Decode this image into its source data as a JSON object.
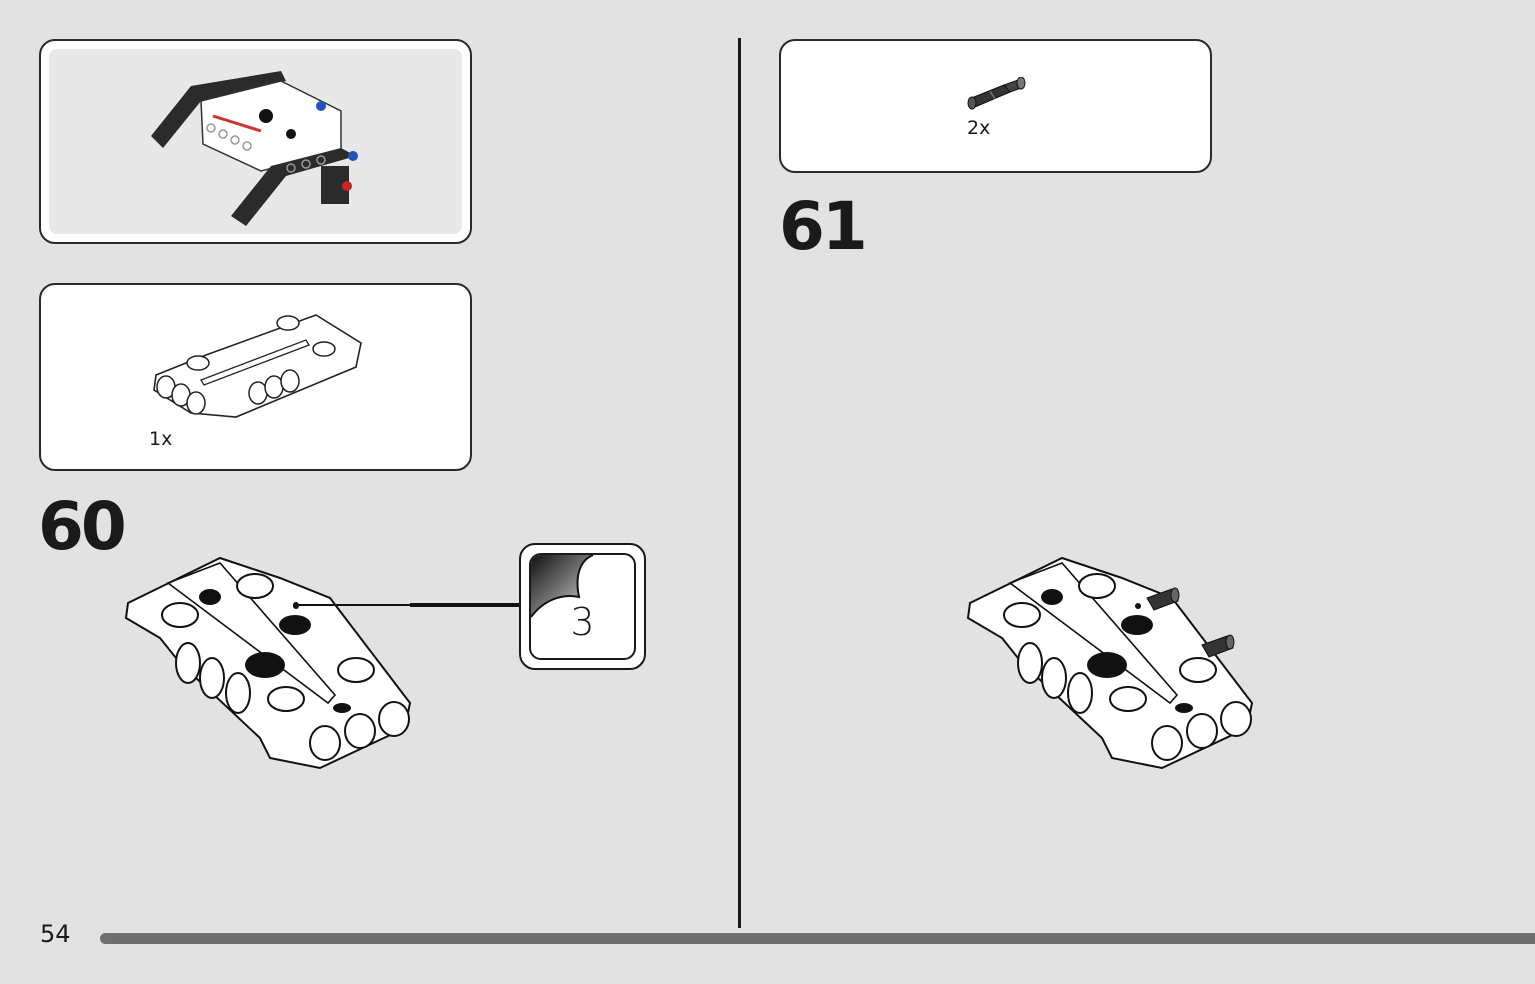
{
  "page": {
    "number": "54",
    "progress_fraction": 1.0
  },
  "steps": [
    {
      "number": "60",
      "parts": [
        {
          "quantity": "1x",
          "icon": "technic-panel-icon"
        }
      ],
      "callout": {
        "repeat_count": "3",
        "icon": "page-turn-icon"
      },
      "model_icon": "technic-panel-assembly-icon"
    },
    {
      "number": "61",
      "parts": [
        {
          "quantity": "2x",
          "icon": "black-friction-pin-icon"
        }
      ],
      "model_icon": "technic-panel-with-pins-icon"
    }
  ],
  "submodel_preview": {
    "icon": "frame-assembly-icon"
  },
  "colors": {
    "background": "#e2e2e2",
    "panel_bg": "#ffffff",
    "progress": "#6e6e6e",
    "divider": "#1a1a1a"
  }
}
